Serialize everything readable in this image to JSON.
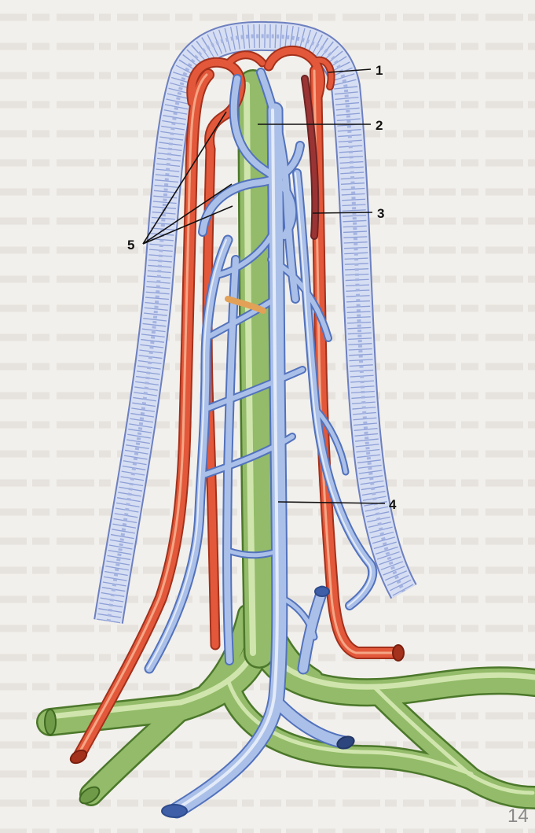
{
  "labels": {
    "one": "1",
    "two": "2",
    "three": "3",
    "four": "4",
    "five": "5"
  },
  "page_number": "14",
  "colors": {
    "background": "#f2f0ec",
    "epithelium": "#d6def3",
    "artery": "#e3583a",
    "vein": "#abc0e8",
    "lacteal": "#93bb69",
    "label_line": "#111111"
  }
}
